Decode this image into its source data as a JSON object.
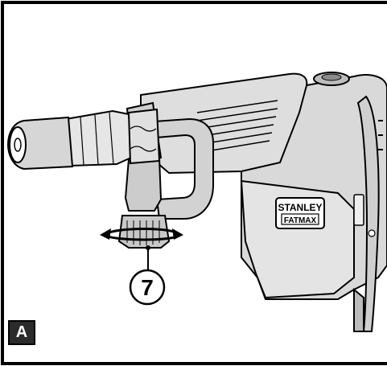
{
  "figure": {
    "panel_label": "A",
    "callout_number": "7",
    "brand_top": "STANLEY",
    "brand_bottom": "FATMAX",
    "colors": {
      "outline": "#000000",
      "body_gray": "#d9d9d9",
      "light_gray": "#ececec",
      "dark_gray": "#9a9a9a",
      "panel_label_bg": "#2b2b2b",
      "panel_label_text": "#ffffff"
    },
    "icons": [
      "rotation-arrow-icon",
      "callout-circle-icon",
      "lock-symbol-icon"
    ]
  }
}
